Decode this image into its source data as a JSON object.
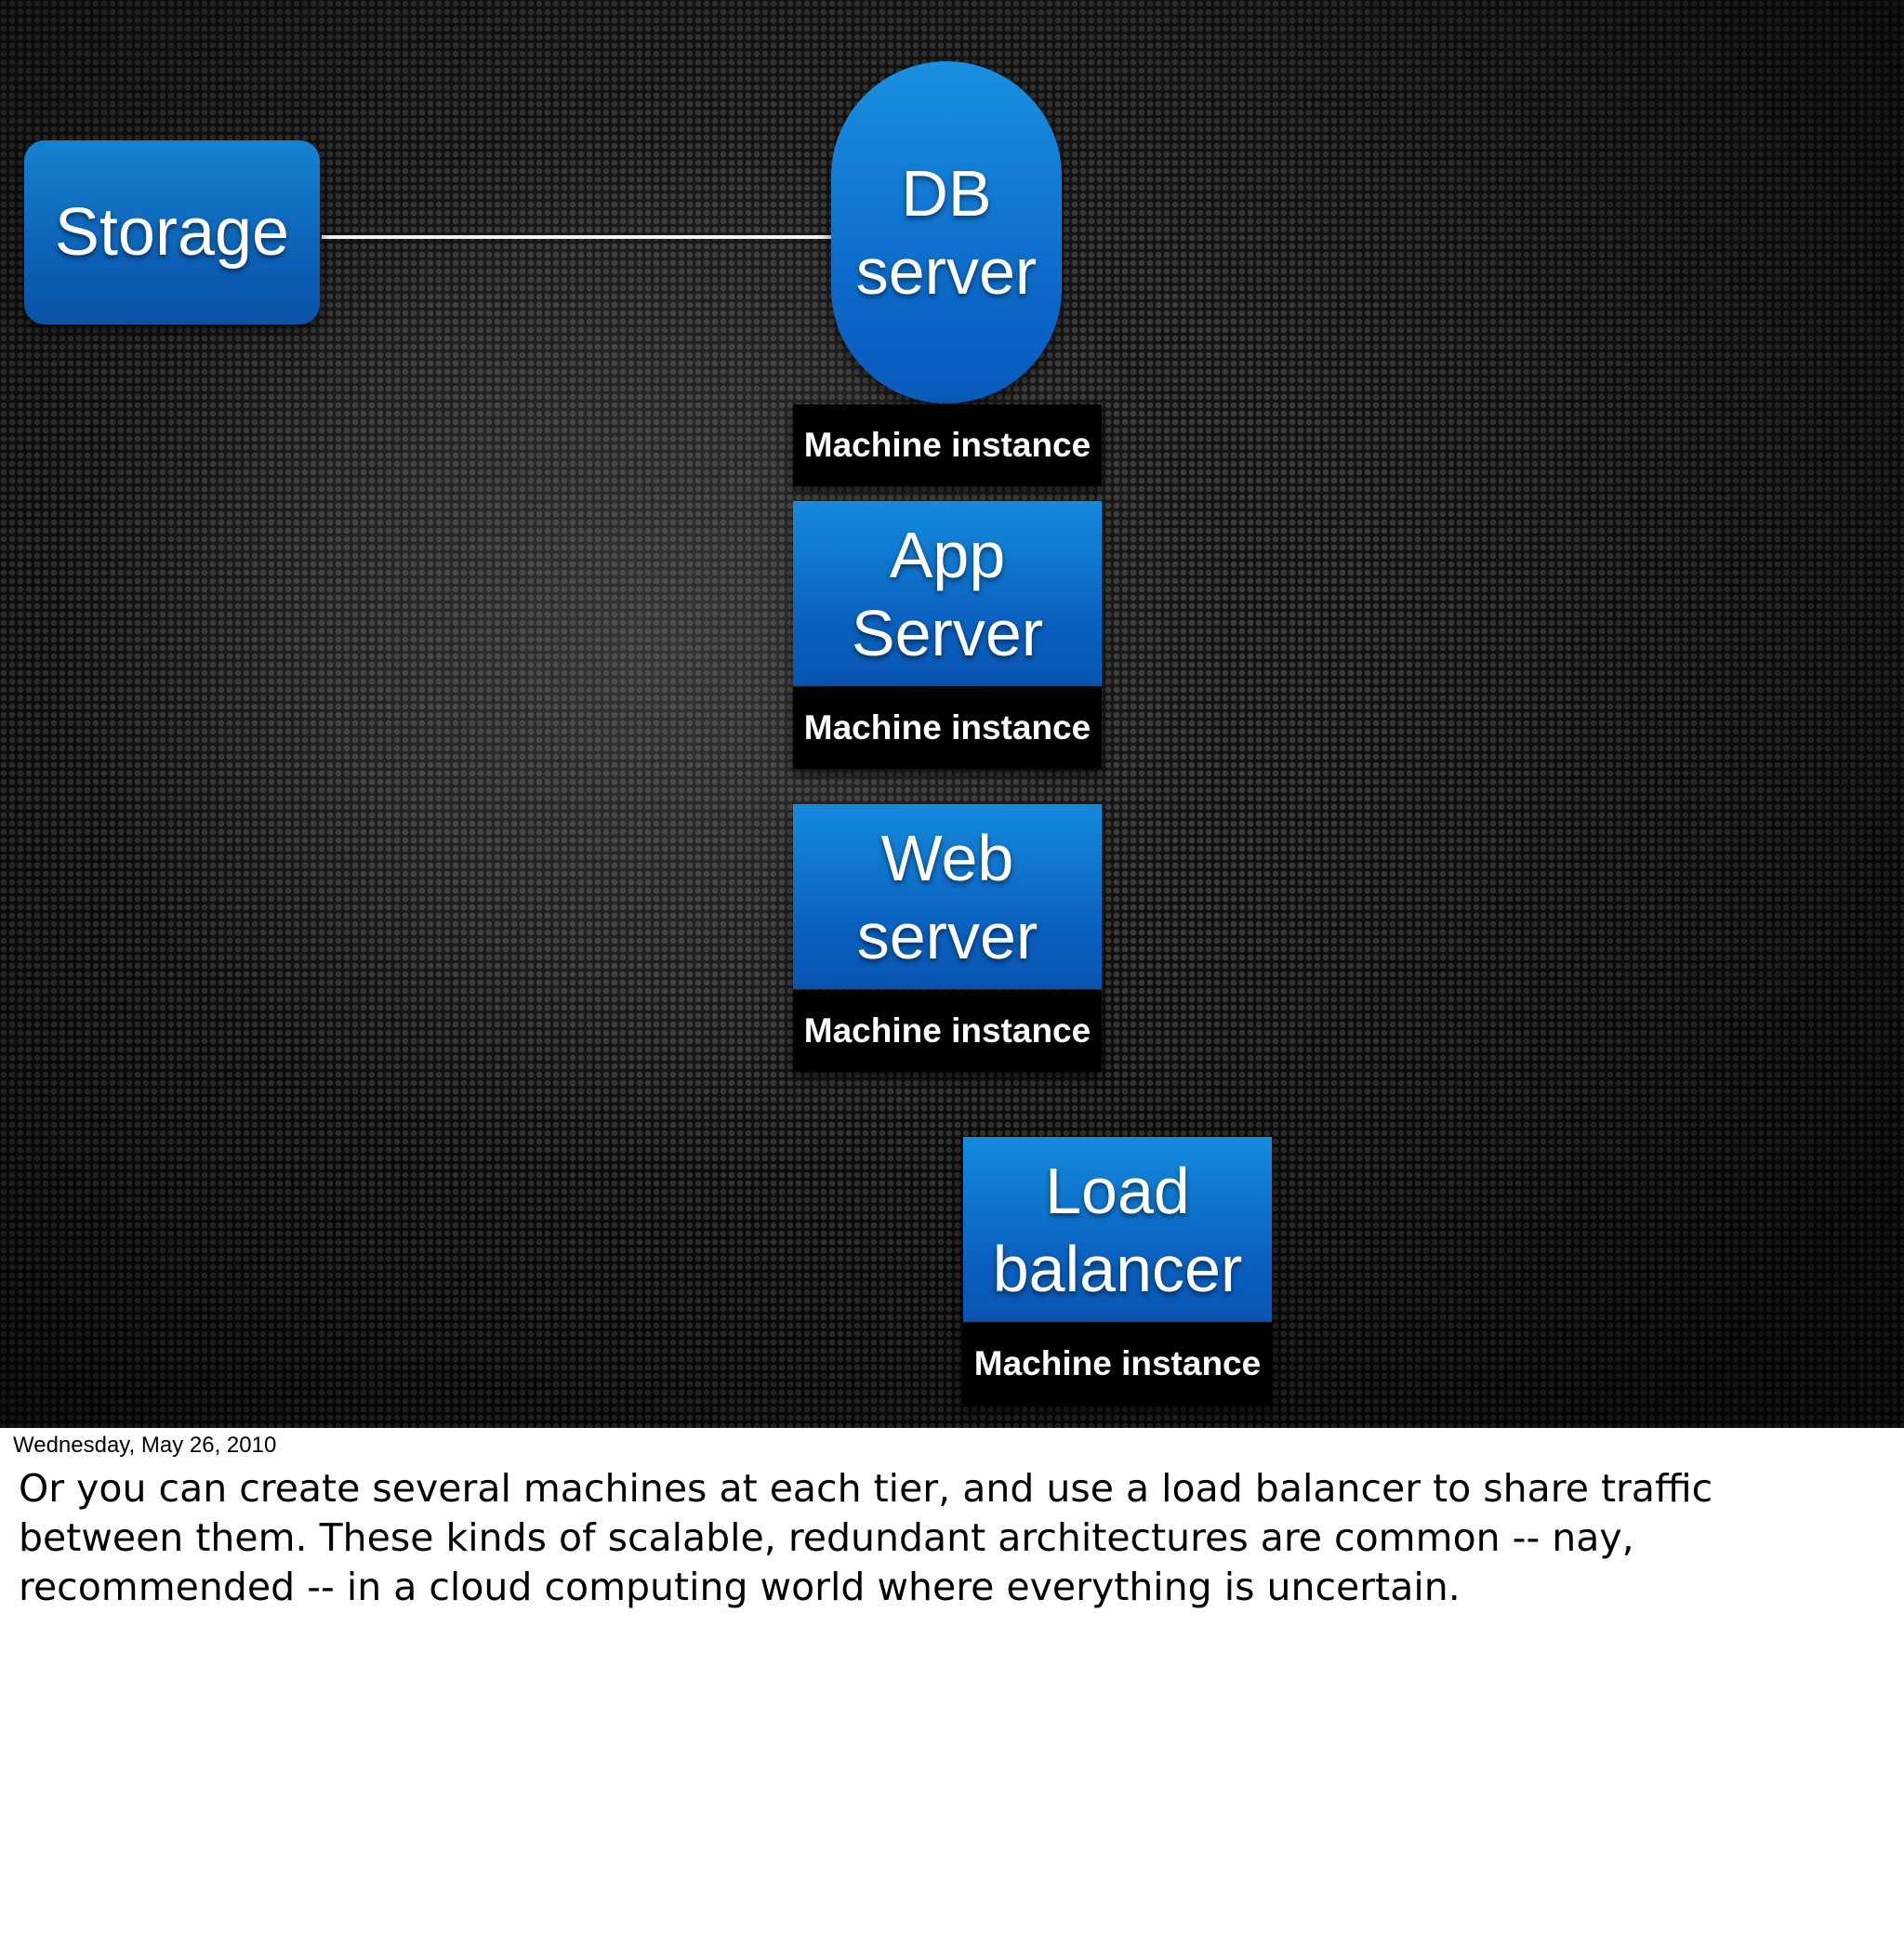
{
  "slide": {
    "storage_label": "Storage",
    "db_label": "DB\nserver",
    "app_label": "App\nServer",
    "web_label": "Web\nserver",
    "lb_label": "Load\nbalancer",
    "machine_instance_label": "Machine instance"
  },
  "footer": {
    "date": "Wednesday, May 26, 2010",
    "notes": "Or you can create several machines at each tier, and use a load balancer to share traffic between them. These kinds of scalable, redundant architectures are common -- nay, recommended -- in a cloud computing world where everything is uncertain."
  },
  "colors": {
    "node_blue": "#0a62c4",
    "instance_black": "#000000",
    "connector": "#f2f2f2"
  }
}
